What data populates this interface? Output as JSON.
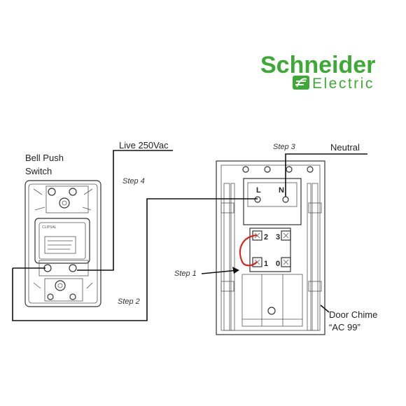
{
  "logo": {
    "brand_name": "Schneider",
    "brand_sub": "Electric",
    "color": "#3DAA35"
  },
  "labels": {
    "bell_push_line1": "Bell Push",
    "bell_push_line2": "Switch",
    "live": "Live 250Vac",
    "neutral": "Neutral",
    "door_chime_line1": "Door Chime",
    "door_chime_line2": "“AC 99”",
    "terminal_L": "L",
    "terminal_N": "N",
    "terminal_1": "1",
    "terminal_2": "2",
    "terminal_3": "3",
    "terminal_0": "0"
  },
  "steps": {
    "step1": "Step 1",
    "step2": "Step 2",
    "step3": "Step 3",
    "step4": "Step 4"
  },
  "colors": {
    "wire": "#111111",
    "jumper": "#D9261C"
  }
}
